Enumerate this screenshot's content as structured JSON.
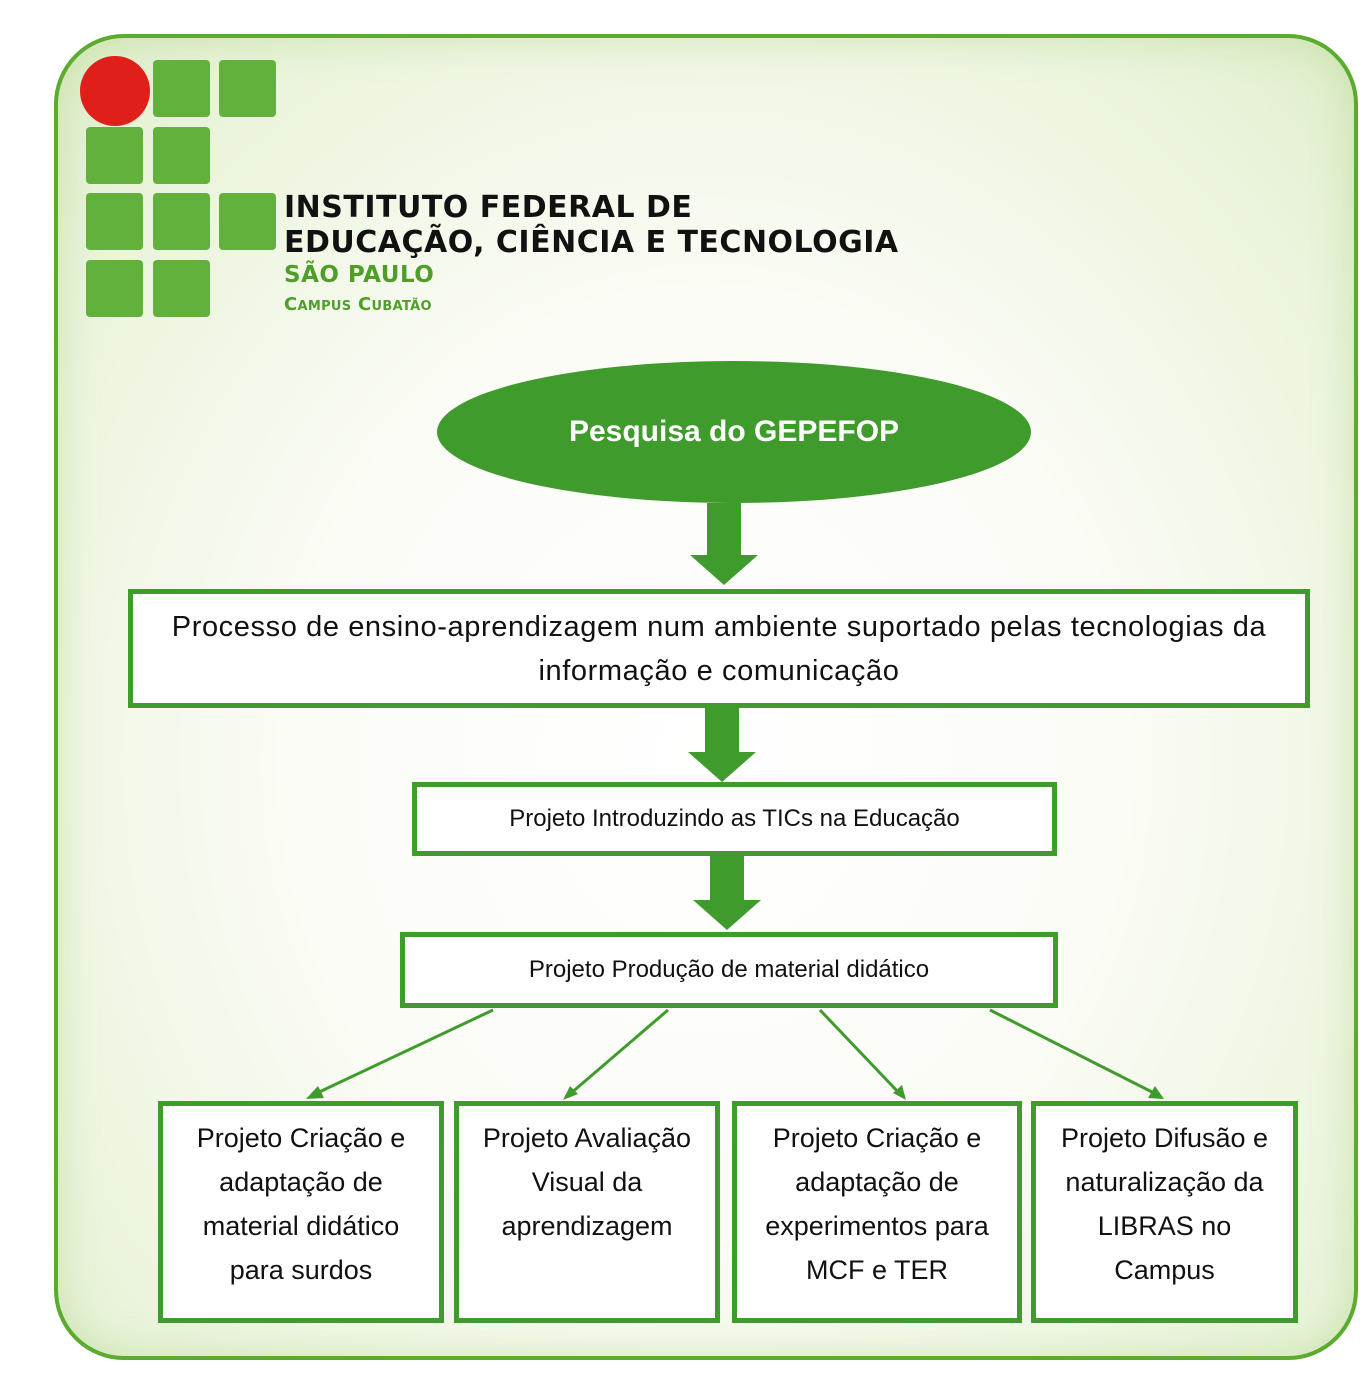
{
  "header": {
    "institution_line1": "INSTITUTO FEDERAL DE",
    "institution_line2": "EDUCAÇÃO, CIÊNCIA E TECNOLOGIA",
    "state": "SÃO PAULO",
    "campus": "Campus Cubatão"
  },
  "diagram": {
    "root": "Pesquisa do GEPEFOP",
    "process": "Processo de ensino-aprendizagem num ambiente suportado pelas tecnologias da informação e comunicação",
    "project_tics": "Projeto Introduzindo as TICs na Educação",
    "project_material": "Projeto Produção de material didático",
    "subprojects": [
      "Projeto Criação e adaptação de material didático para surdos",
      "Projeto Avaliação Visual da aprendizagem",
      "Projeto Criação e adaptação de experimentos para MCF e TER",
      "Projeto Difusão e naturalização da LIBRAS no Campus"
    ]
  },
  "colors": {
    "brand_green": "#62b13c",
    "brand_red": "#e11f1a",
    "diagram_green": "#3f9b2c"
  }
}
